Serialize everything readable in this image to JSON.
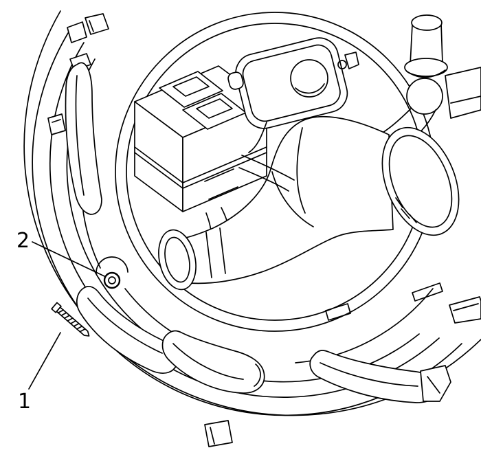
{
  "figure": {
    "background_color": "#ffffff",
    "line_color": "#000000",
    "label_color": "#000000"
  },
  "callouts": [
    {
      "label": "1",
      "target": "screw"
    },
    {
      "label": "2",
      "target": "grommet"
    }
  ]
}
